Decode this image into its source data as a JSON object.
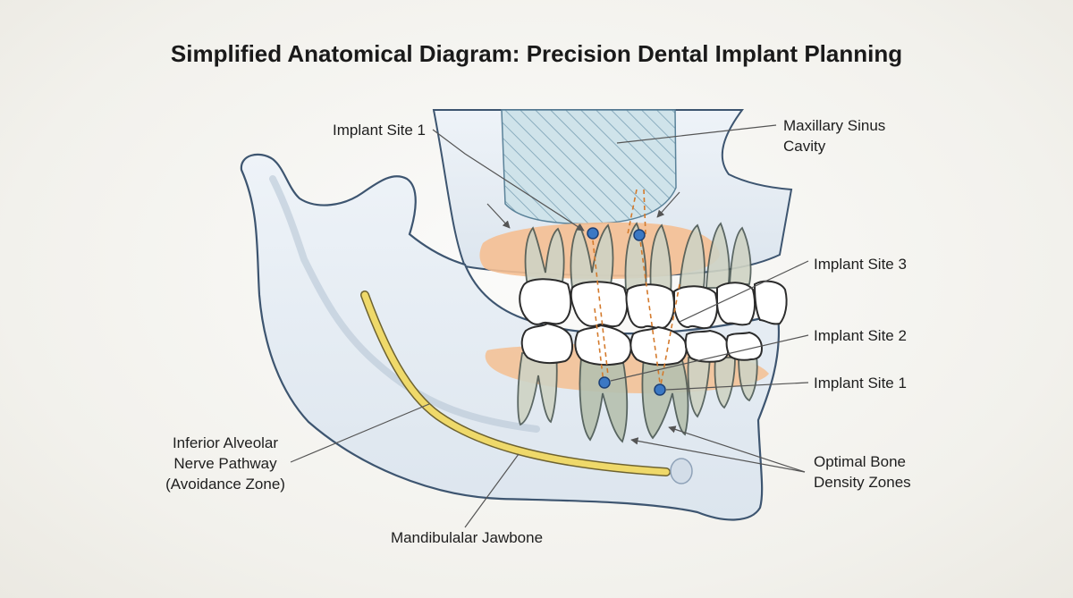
{
  "title": "Simplified Anatomical Diagram: Precision Dental Implant Planning",
  "labels": {
    "implant_site_1_top": "Implant Site 1",
    "maxillary_sinus_line1": "Maxillary Sinus",
    "maxillary_sinus_line2": "Cavity",
    "implant_site_3": "Implant Site 3",
    "implant_site_2": "Implant Site 2",
    "implant_site_1_right": "Implant Site 1",
    "optimal_bone_line1": "Optimal Bone",
    "optimal_bone_line2": "Density Zones",
    "nerve_line1": "Inferior Alveolar",
    "nerve_line2": "Nerve Pathway",
    "nerve_line3": "(Avoidance Zone)",
    "jawbone": "Mandibulalar Jawbone"
  },
  "colors": {
    "bone_fill": "#e6edf4",
    "bone_outline": "#3d5570",
    "sinus_fill": "#c8dfe8",
    "gum": "#f5bf92",
    "nerve": "#efd96a",
    "implant_dot": "#3b78c4",
    "implant_axis": "#d47a2c",
    "root_green": "#b7c1b0"
  }
}
